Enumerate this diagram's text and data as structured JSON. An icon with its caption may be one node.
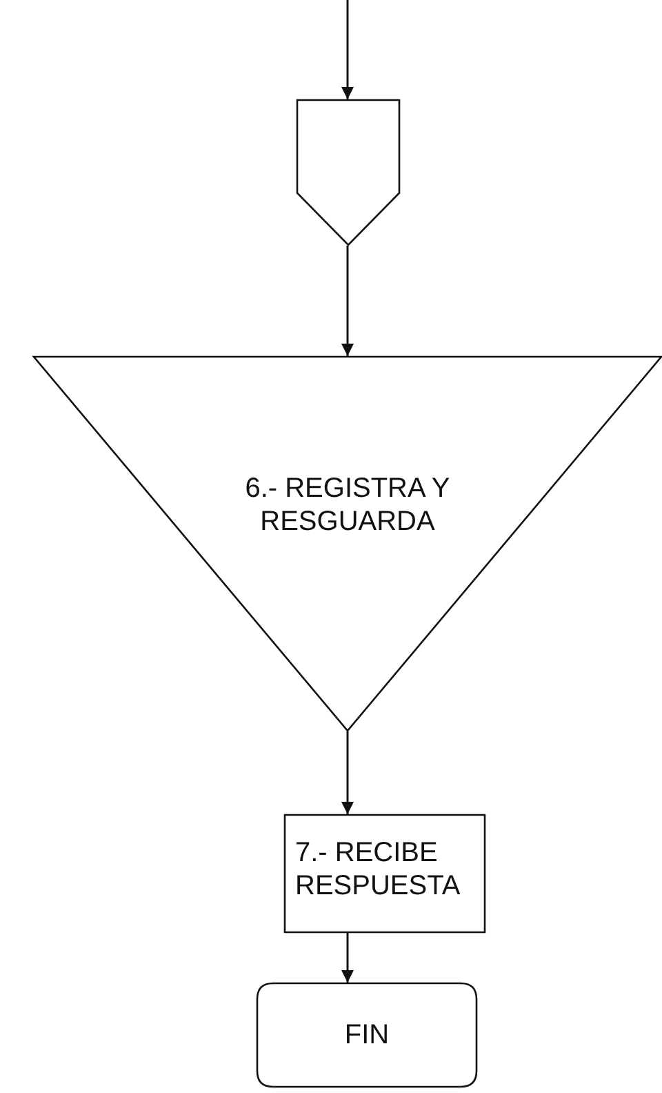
{
  "diagram": {
    "nodes": [
      {
        "text": [],
        "shape": "pentagon"
      },
      {
        "text": [
          "6.- REGISTRA Y RESGUARDA"
        ]
      },
      {
        "text": [
          "7.- RECIBE RESPUESTA"
        ]
      },
      {
        "text": [
          "FIN"
        ]
      }
    ],
    "edges": [
      {
        "from": null,
        "to": 0,
        "arrow": "to"
      },
      {
        "from": 0,
        "to": 1,
        "arrow": "to"
      },
      {
        "from": 1,
        "to": 2,
        "arrow": "to"
      },
      {
        "from": 2,
        "to": 3,
        "arrow": "to"
      }
    ]
  }
}
